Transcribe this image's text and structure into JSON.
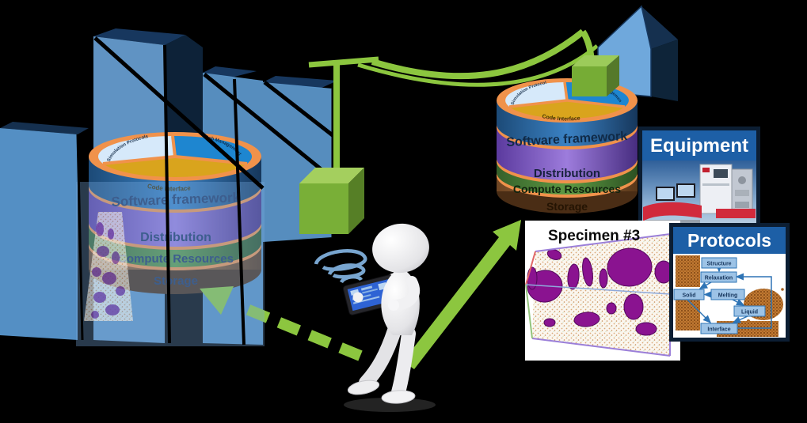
{
  "platform": {
    "pie": {
      "slice_light": "Simulation Protocols",
      "slice_blue": "Job Management",
      "slice_gold": "Code Interface"
    },
    "layers": [
      "Software framework",
      "Distribution",
      "Compute Resources",
      "Storage"
    ]
  },
  "insets": {
    "equipment_title": "Equipment",
    "protocols_title": "Protocols",
    "specimen_title": "Specimen #3",
    "protocol_nodes": [
      "Structure",
      "Relaxation",
      "Solid",
      "Melting",
      "Liquid",
      "Interface"
    ]
  },
  "colors": {
    "background": "#000000",
    "arrow_green": "#8CC63F",
    "building_blue": "#5B9BD5",
    "building_navy": "#0D2238",
    "rim_orange": "#F0924B",
    "pie_light": "#CFE6F8",
    "pie_blue": "#1E86D0",
    "pie_gold": "#D9A41D",
    "layer_software": "#2E75B6",
    "layer_distribution": "#8E6CCB",
    "layer_compute": "#4E8A38",
    "layer_storage": "#9A6A3C",
    "banner_blue": "#1D5FA6",
    "specimen_purple": "#8A1390"
  }
}
